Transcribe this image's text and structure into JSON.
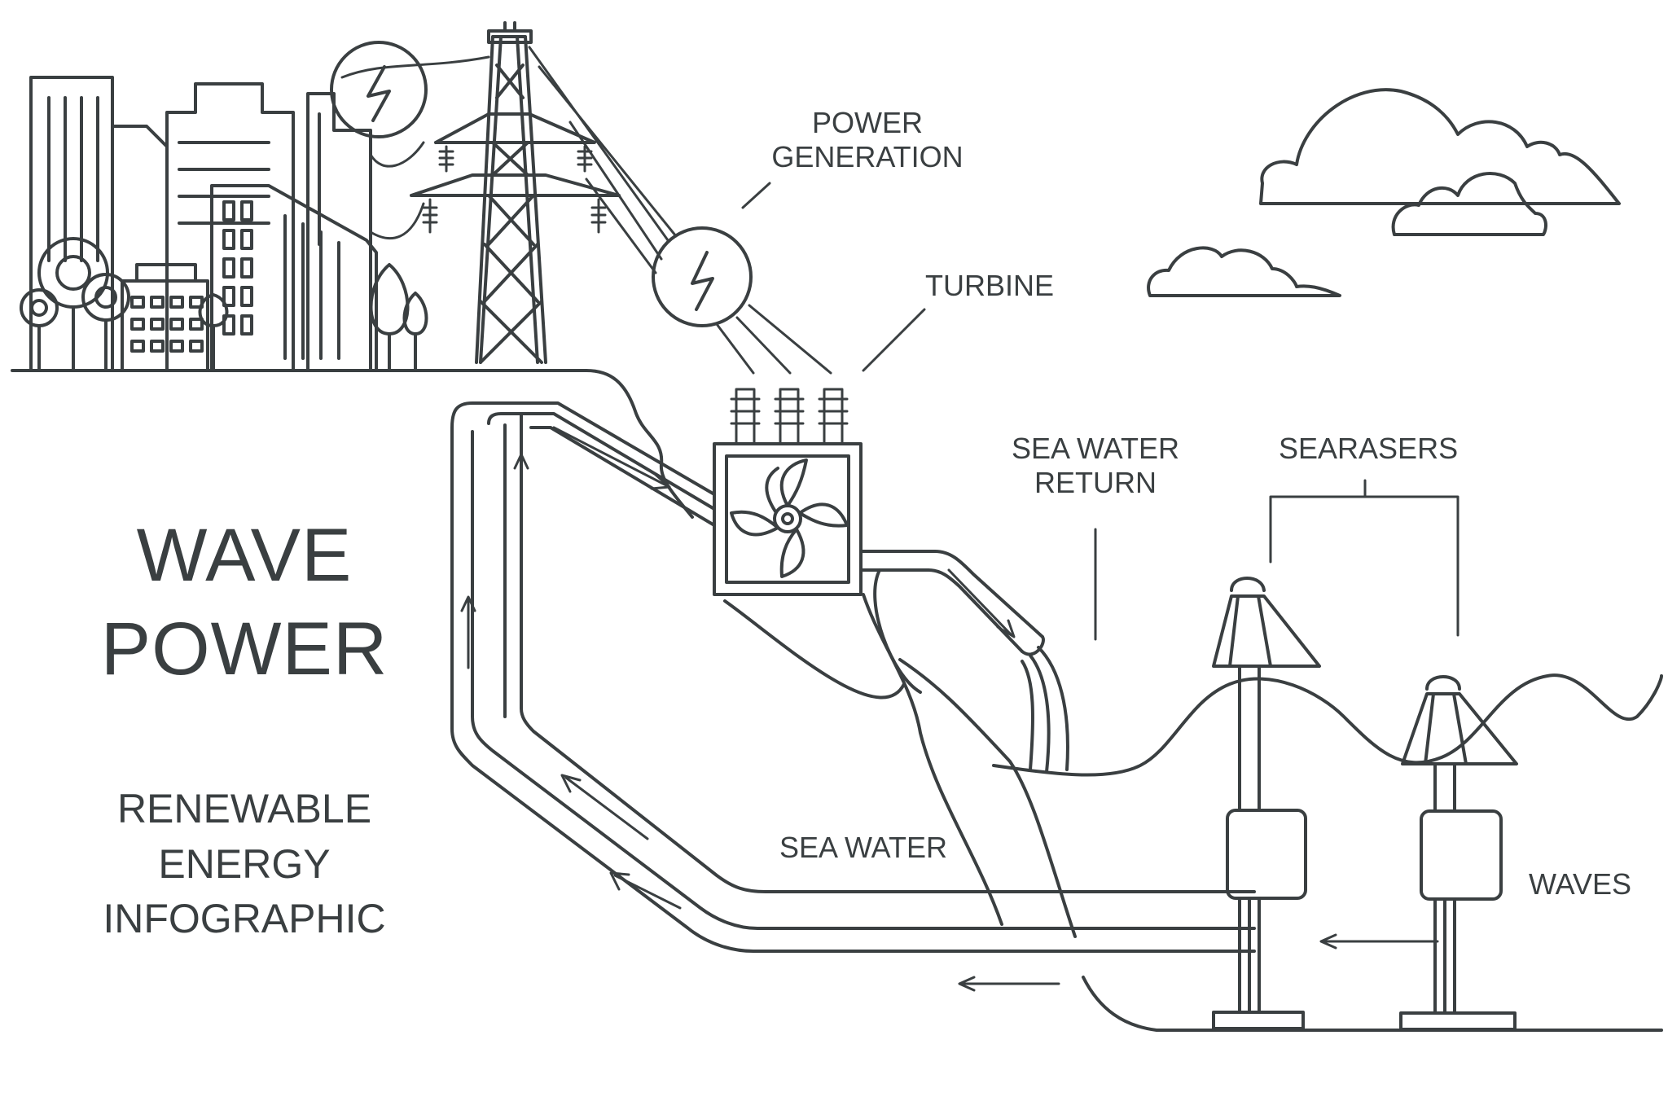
{
  "title": {
    "line1": "WAVE",
    "line2": "POWER"
  },
  "subtitle": {
    "line1": "RENEWABLE",
    "line2": "ENERGY",
    "line3": "INFOGRAPHIC"
  },
  "labels": {
    "power_generation": {
      "line1": "POWER",
      "line2": "GENERATION"
    },
    "turbine": "TURBINE",
    "sea_water_return": {
      "line1": "SEA WATER",
      "line2": "RETURN"
    },
    "searasers": "SEARASERS",
    "sea_water": "SEA WATER",
    "waves": "WAVES"
  },
  "colors": {
    "stroke": "#3a3f41",
    "background": "#ffffff"
  },
  "icons": [
    "city-skyline-icon",
    "power-pylon-icon",
    "lightning-bolt-icon",
    "turbine-fan-icon",
    "cloud-icon",
    "searaser-pump-icon",
    "flow-arrow-icon"
  ]
}
